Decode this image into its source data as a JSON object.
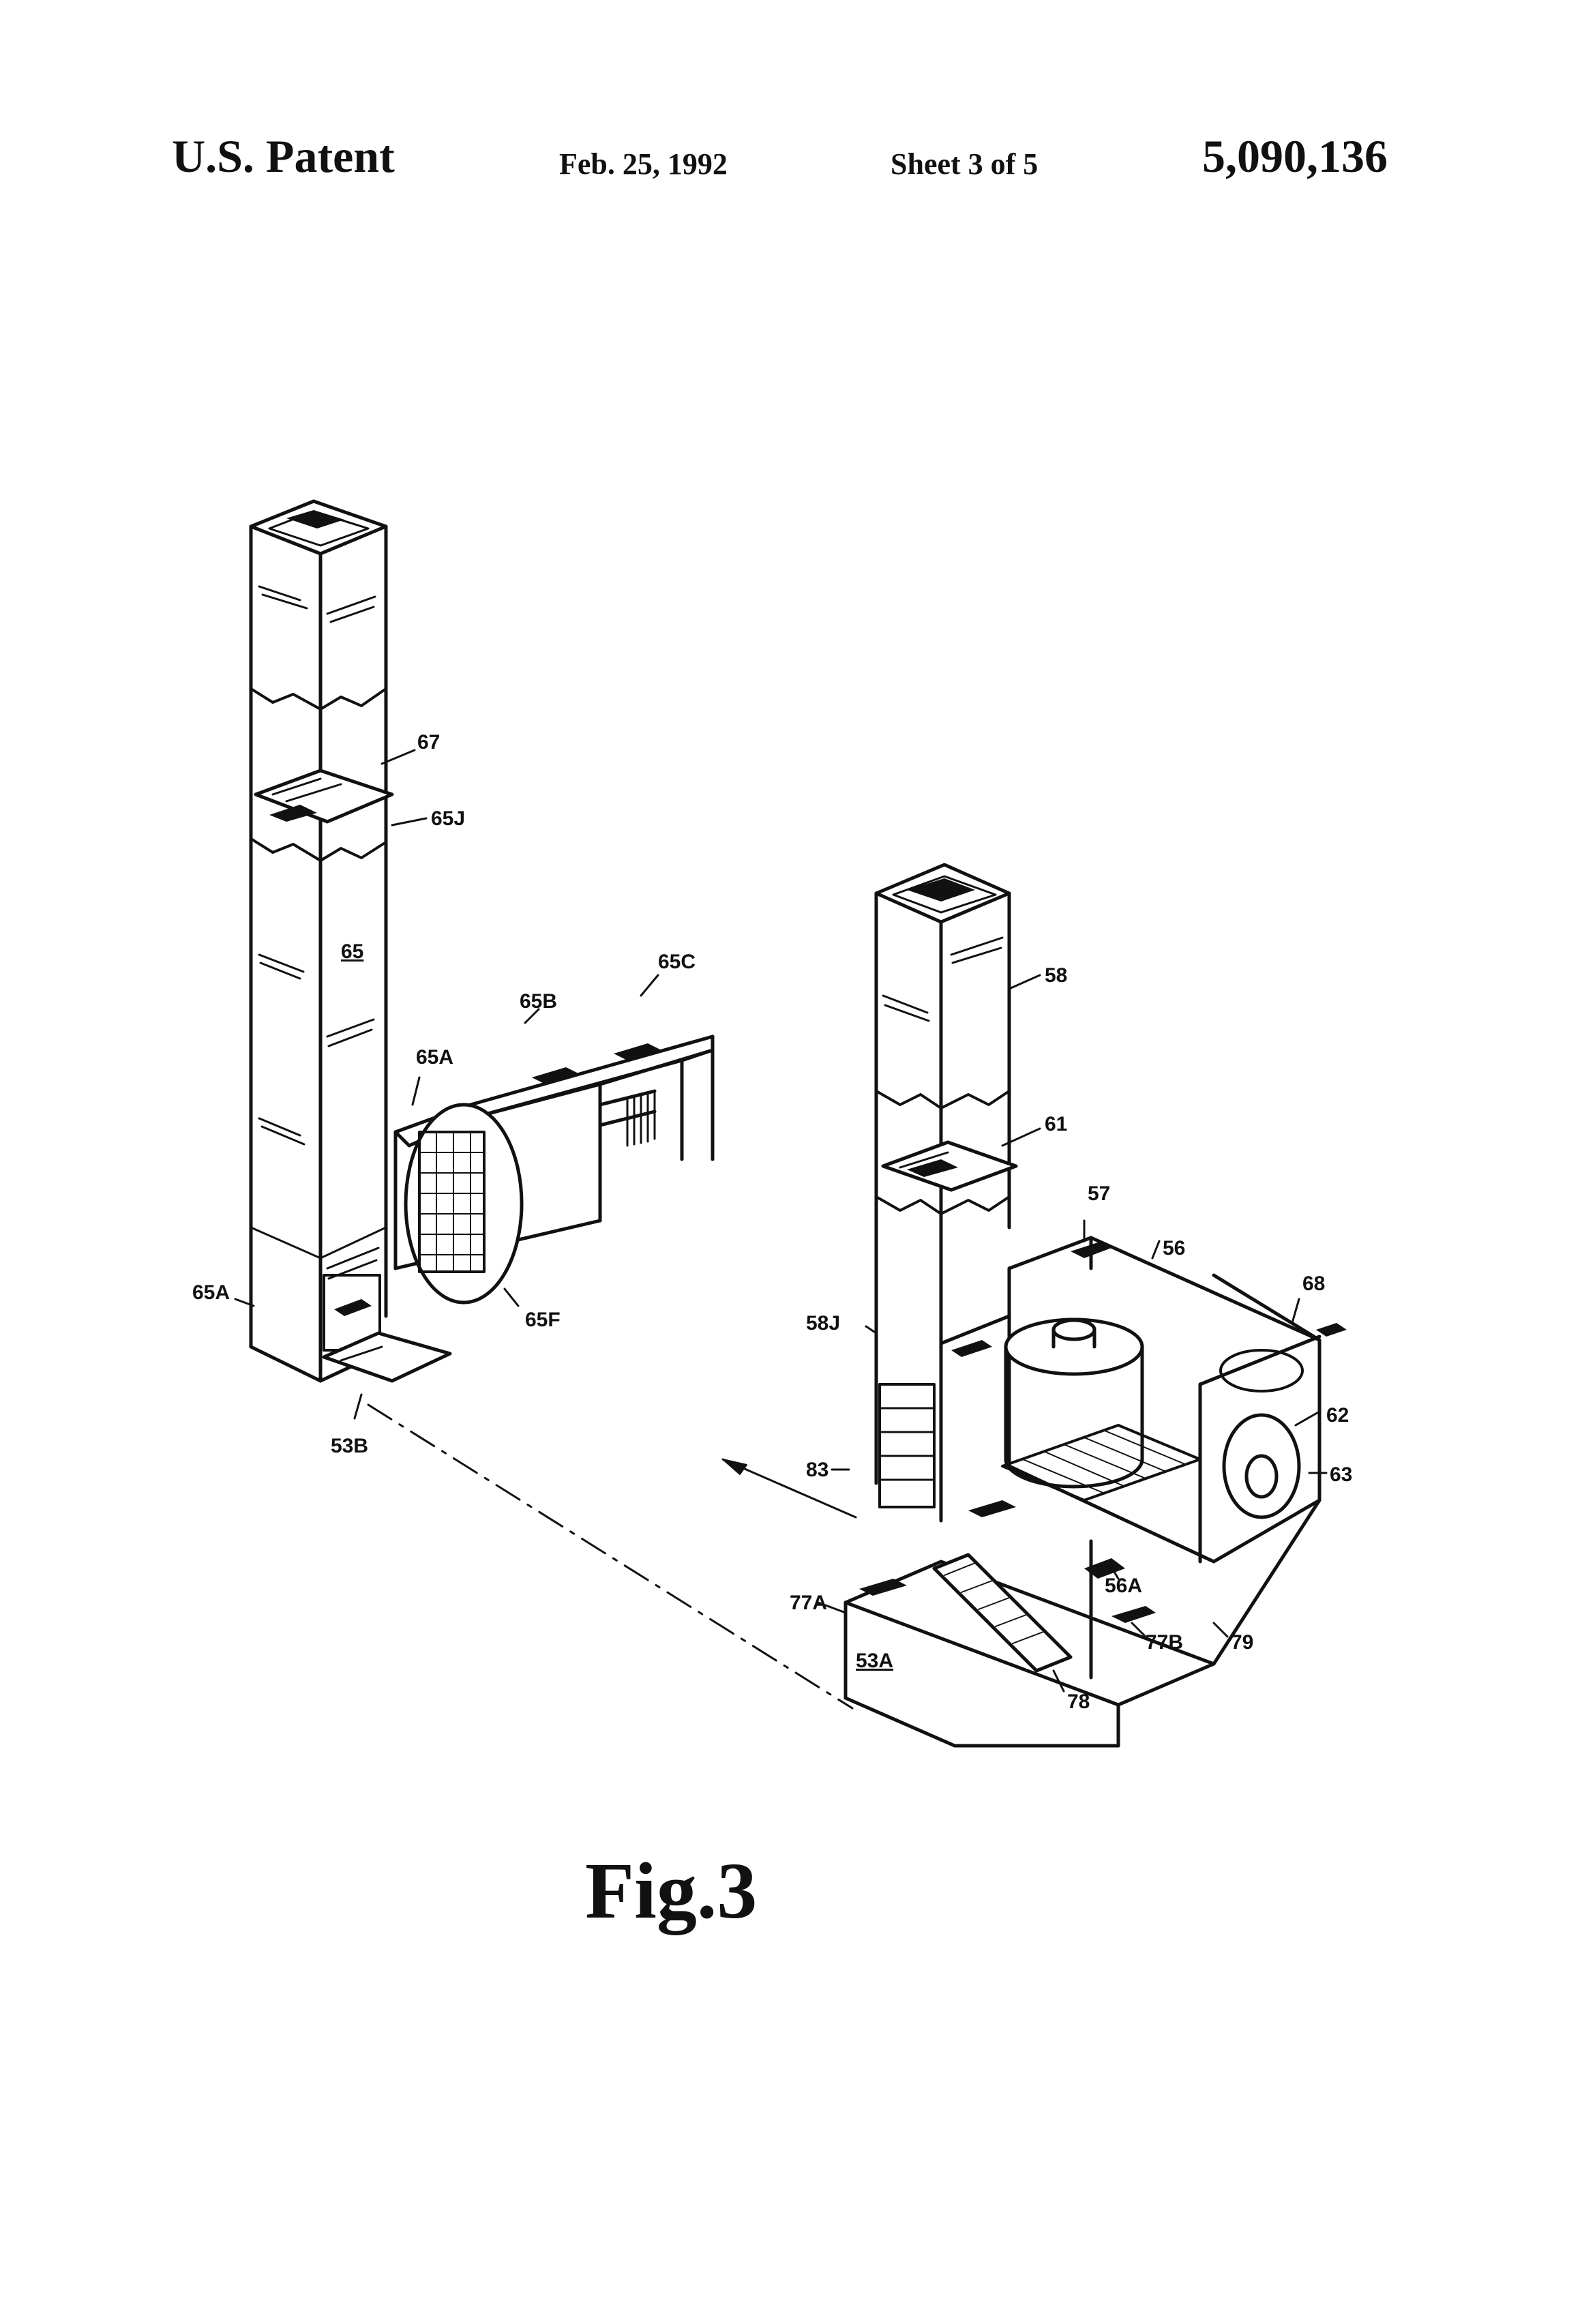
{
  "header": {
    "left_title": "U.S. Patent",
    "date": "Feb. 25, 1992",
    "sheet": "Sheet 3 of 5",
    "patent_number": "5,090,136"
  },
  "figure": {
    "caption": "Fig.3",
    "labels": {
      "l67": "67",
      "l65J": "65J",
      "l65": "65",
      "l65C": "65C",
      "l65B": "65B",
      "l65A_top": "65A",
      "l65A_side": "65A",
      "l65F": "65F",
      "l53B": "53B",
      "l58": "58",
      "l61": "61",
      "l57": "57",
      "l56": "56",
      "l68": "68",
      "l58J": "58J",
      "l62": "62",
      "l63": "63",
      "l83": "83",
      "l77A": "77A",
      "l53A": "53A",
      "l56A": "56A",
      "l77B": "77B",
      "l79": "79",
      "l78": "78"
    }
  }
}
